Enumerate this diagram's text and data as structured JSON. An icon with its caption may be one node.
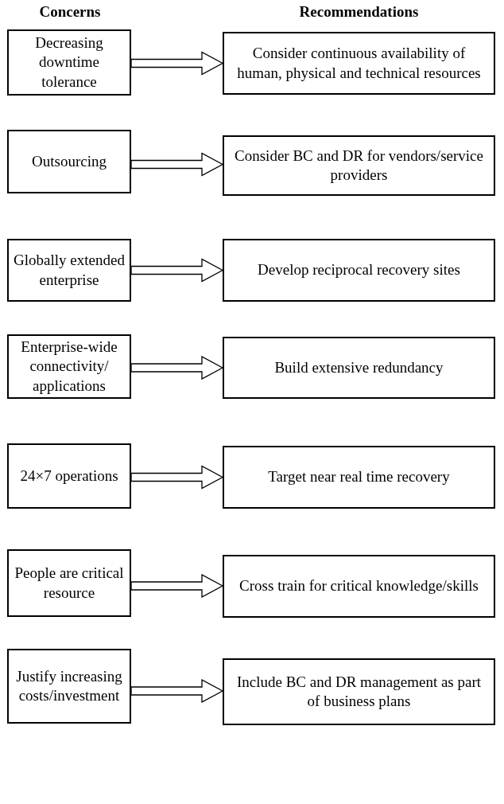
{
  "diagram": {
    "nodes": [
      {
        "text": [
          "Decreasing downtime tolerance"
        ]
      },
      {
        "text": [
          "Consider continuous availability of human, physical and technical resources"
        ]
      },
      {
        "text": [
          "Outsourcing"
        ]
      },
      {
        "text": [
          "Consider BC and DR for vendors/service providers"
        ]
      },
      {
        "text": [
          "Globally extended enterprise"
        ]
      },
      {
        "text": [
          "Develop reciprocal recovery sites"
        ]
      },
      {
        "text": [
          "Enterprise-wide connectivity/ applications"
        ]
      },
      {
        "text": [
          "Build extensive redundancy"
        ]
      },
      {
        "text": [
          "24×7 operations"
        ]
      },
      {
        "text": [
          "Target near real time recovery"
        ]
      },
      {
        "text": [
          "People are critical resource"
        ]
      },
      {
        "text": [
          "Cross train for critical knowledge/skills"
        ]
      },
      {
        "text": [
          "Justify increasing costs/investment"
        ]
      },
      {
        "text": [
          "Include BC and DR management as part of business plans"
        ]
      }
    ],
    "edges": [
      {
        "from": 0,
        "to": 1,
        "arrow": "to"
      },
      {
        "from": 2,
        "to": 3,
        "arrow": "to"
      },
      {
        "from": 4,
        "to": 5,
        "arrow": "to"
      },
      {
        "from": 6,
        "to": 7,
        "arrow": "to"
      },
      {
        "from": 8,
        "to": 9,
        "arrow": "to"
      },
      {
        "from": 10,
        "to": 11,
        "arrow": "to"
      },
      {
        "from": 12,
        "to": 13,
        "arrow": "to"
      }
    ],
    "labels": [
      "Concerns",
      "Recommendations"
    ]
  }
}
